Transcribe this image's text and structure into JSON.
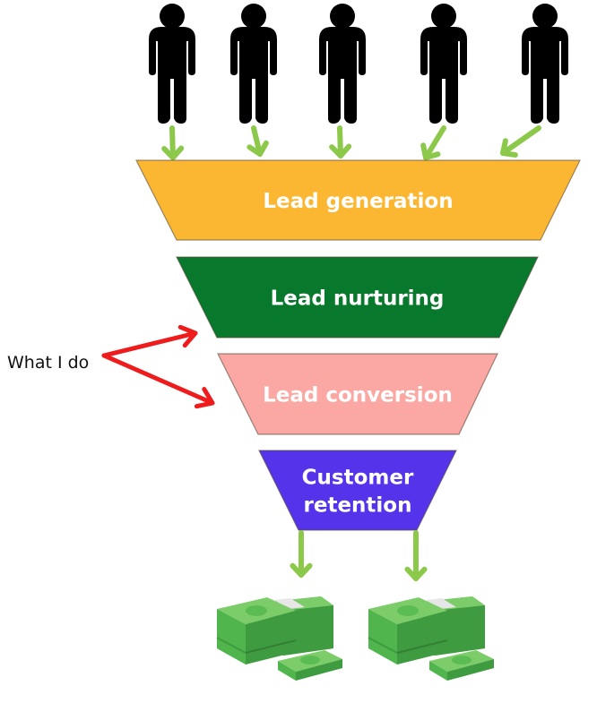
{
  "title": "Sales funnel",
  "annotation": {
    "label": "What I do",
    "arrow_color": "#ee1c1c",
    "points_to": [
      "Lead nurturing",
      "Lead conversion"
    ]
  },
  "people": {
    "count": 5,
    "icon": "person-icon",
    "color": "#000000"
  },
  "flow_arrow_color": "#8cc94a",
  "stages": [
    {
      "label_lines": [
        "Lead generation"
      ],
      "fill": "#fbb731",
      "text_color": "#fff6e6"
    },
    {
      "label_lines": [
        "Lead nurturing"
      ],
      "fill": "#07782c",
      "text_color": "#ffffff"
    },
    {
      "label_lines": [
        "Lead conversion"
      ],
      "fill": "#fba7a3",
      "text_color": "#fff4f4"
    },
    {
      "label_lines": [
        "Customer",
        "retention"
      ],
      "fill": "#5533ea",
      "text_color": "#ffffff"
    }
  ],
  "outputs": {
    "count": 2,
    "icon": "money-stack-icon",
    "colors": {
      "dark": "#3f9b3f",
      "mid": "#4fb54c",
      "light": "#7dcc6a",
      "band": "#e6e6e6"
    }
  }
}
